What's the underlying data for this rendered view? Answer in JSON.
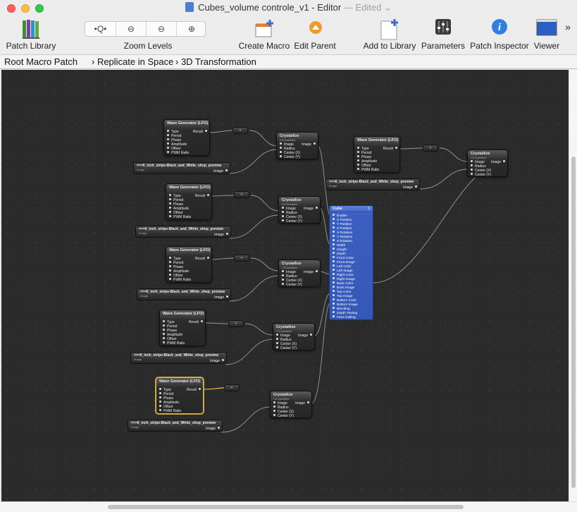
{
  "window": {
    "title": "Cubes_volume controle_v1 - Editor",
    "edited": "— Edited ⌄"
  },
  "toolbar": {
    "patch_library": "Patch Library",
    "zoom_levels": "Zoom Levels",
    "zoom_buttons": [
      "•Q•",
      "⊖",
      "⊖",
      "⊕"
    ],
    "create_macro": "Create Macro",
    "edit_parent": "Edit Parent",
    "add_to_library": "Add to Library",
    "parameters": "Parameters",
    "patch_inspector": "Patch Inspector",
    "viewer": "Viewer",
    "overflow": "»"
  },
  "breadcrumb": {
    "items": [
      "Root Macro Patch",
      "› Replicate in Space",
      "› 3D Transformation"
    ]
  },
  "lfo": {
    "title": "Wave Generator (LFO)",
    "result": "Result",
    "inputs": [
      "Type",
      "Period",
      "Phase",
      "Amplitude",
      "Offset",
      "PWM Ratio"
    ]
  },
  "crystallize": {
    "title": "Crystallize",
    "sub": "CICrystallize",
    "inputs": [
      "Image",
      "Radius",
      "Center (X)",
      "Center (Y)"
    ],
    "output": "Image"
  },
  "image_node": {
    "name": "===6_inch_stripe-Black_and_White_shop_preview",
    "name_last": "===6_inch_stripe-Black_and_White_shop_preview",
    "sub": "Image",
    "output": "Image"
  },
  "math": {
    "label": "+"
  },
  "cube": {
    "title": "Cube",
    "index": "1",
    "inputs": [
      "Enable",
      "X Position",
      "Y Position",
      "Z Position",
      "X Rotation",
      "Y Rotation",
      "Z Rotation",
      "Width",
      "Height",
      "Depth",
      "Front Color",
      "Front Image",
      "Left Color",
      "Left Image",
      "Right Color",
      "Right Image",
      "Back Color",
      "Back Image",
      "Top Color",
      "Top Image",
      "Bottom Color",
      "Bottom Image",
      "Blending",
      "Depth Testing",
      "Face Culling"
    ]
  }
}
